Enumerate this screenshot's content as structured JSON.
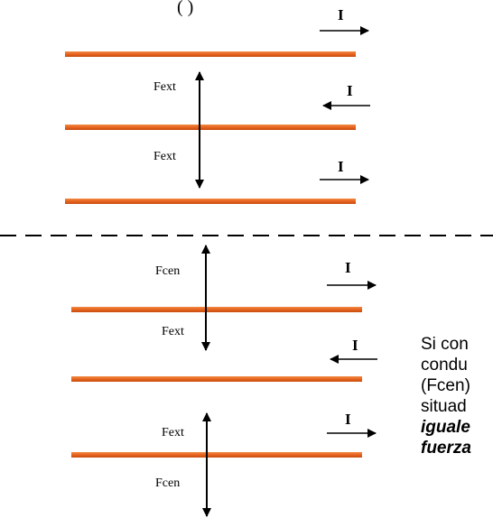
{
  "header_fragment": "(   )",
  "labels": {
    "current": "I",
    "fext": "Fext",
    "fcen": "Fcen"
  },
  "paragraph": {
    "line1": "Si con",
    "line2": "condu",
    "line3": "(Fcen)",
    "line4": "situad",
    "line5": "iguale",
    "line6": "fuerza"
  },
  "colors": {
    "wire": "#e8641f",
    "wire_dark": "#c54d10",
    "ink": "#000000"
  }
}
